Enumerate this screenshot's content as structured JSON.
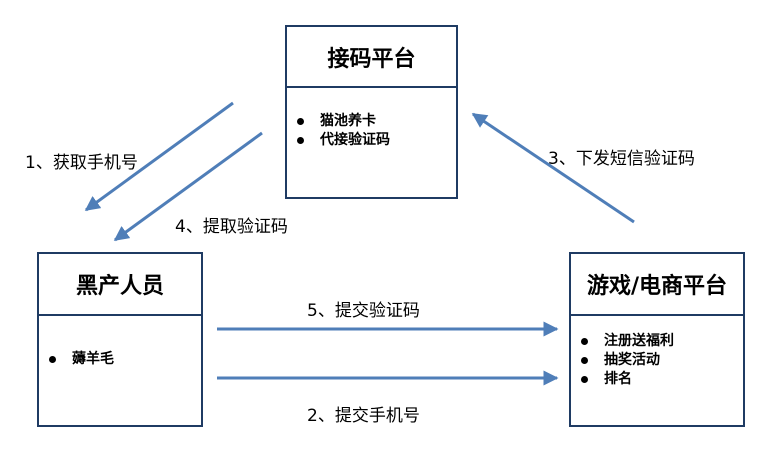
{
  "platform": {
    "title": "接码平台",
    "items": [
      "猫池养卡",
      "代接验证码"
    ]
  },
  "blackmarket": {
    "title": "黑产人员",
    "items": [
      "薅羊毛"
    ]
  },
  "game": {
    "title": "游戏/电商平台",
    "items": [
      "注册送福利",
      "抽奖活动",
      "排名"
    ]
  },
  "flows": {
    "step1": "1、获取手机号",
    "step2": "2、提交手机号",
    "step3": "3、下发短信验证码",
    "step4": "4、提取验证码",
    "step5": "5、提交验证码"
  },
  "colors": {
    "arrow": "#4f7eb8",
    "border": "#1f3b63"
  }
}
